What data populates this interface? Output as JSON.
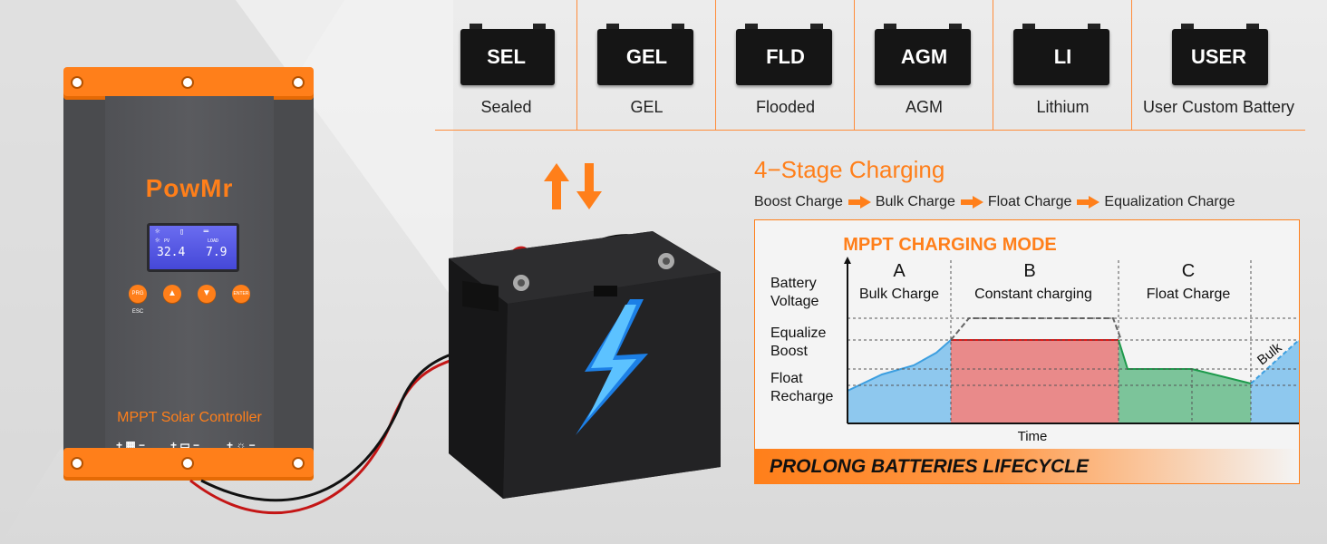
{
  "controller": {
    "brand": "PowMr",
    "label": "MPPT Solar Controller",
    "lcd": {
      "pv_label": "PV",
      "load_label": "LOAD",
      "pv_value": "32.4",
      "load_value": "7.9"
    },
    "buttons": [
      "PRG ESC",
      "▲",
      "▼",
      "ENTER"
    ],
    "terminals": [
      "+ ▦ −",
      "+ ▭ −",
      "+ ☼ −"
    ]
  },
  "battery_types": [
    {
      "code": "SEL",
      "label": "Sealed"
    },
    {
      "code": "GEL",
      "label": "GEL"
    },
    {
      "code": "FLD",
      "label": "Flooded"
    },
    {
      "code": "AGM",
      "label": "AGM"
    },
    {
      "code": "LI",
      "label": "Lithium"
    },
    {
      "code": "USER",
      "label": "User Custom Battery"
    }
  ],
  "stages": {
    "title": "4−Stage Charging",
    "items": [
      "Boost Charge",
      "Bulk Charge",
      "Float Charge",
      "Equalization Charge"
    ]
  },
  "chart": {
    "mode_title": "MPPT CHARGING MODE",
    "y_axis_label": [
      "Battery",
      "Voltage"
    ],
    "levels": [
      {
        "label": [
          "Equalize",
          "Boost"
        ]
      },
      {
        "label": [
          "Float",
          "Recharge"
        ]
      }
    ],
    "phases": [
      {
        "letter": "A",
        "name": "Bulk Charge"
      },
      {
        "letter": "B",
        "name": "Constant charging"
      },
      {
        "letter": "C",
        "name": "Float Charge"
      }
    ],
    "tail_label": "Bulk",
    "x_axis_label": "Time",
    "footer": "PROLONG BATTERIES LIFECYCLE"
  },
  "colors": {
    "accent": "#ff7f1a",
    "bulk": "#8ec8ee",
    "constant": "#e98a8a",
    "float": "#7cc49a"
  }
}
